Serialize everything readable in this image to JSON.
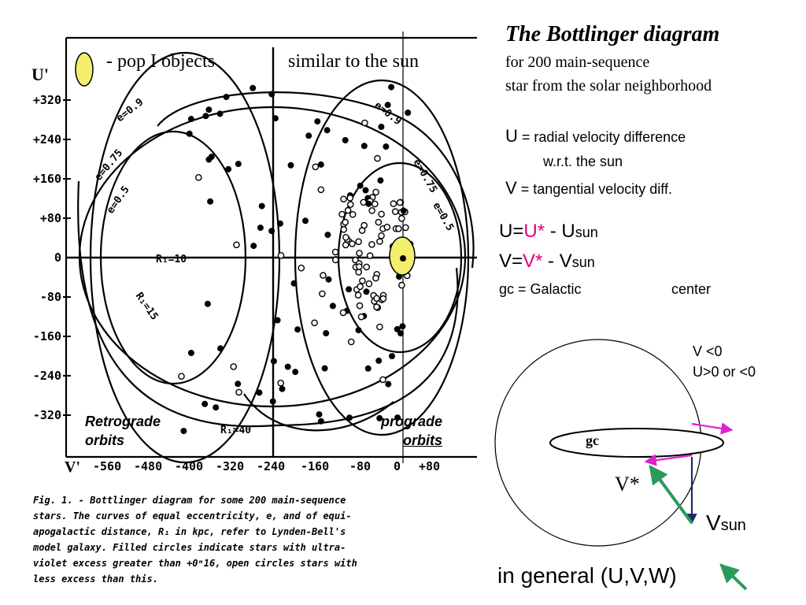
{
  "plot": {
    "y_axis_title": "U'",
    "x_axis_title": "V'",
    "y_ticks": [
      "+320",
      "+240",
      "+160",
      "+80",
      "0",
      "-80",
      "-160",
      "-240",
      "-320"
    ],
    "x_ticks": [
      "-560",
      "-480",
      "-400",
      "-320",
      "-240",
      "-160",
      "-80",
      "0",
      "+80"
    ],
    "contour_labels": {
      "e09_left": "e=0.9",
      "e075_left": "e=0.75",
      "e05_left": "e=0.5",
      "e09_right": "e=0.9",
      "e075_right": "e=0.75",
      "e05_right": "e=0.5",
      "r10": "R₁=10",
      "r15": "R₁=15",
      "r40": "R₁=40"
    },
    "pop_label": "- pop I objects",
    "sun_label": "similar to the sun",
    "retro_line1": "Retrograde",
    "retro_line2": "orbits",
    "pro_line1": "prograde",
    "pro_line2": "orbits"
  },
  "caption": {
    "line1": "Fig. 1. - Bottlinger diagram for some 200 main-sequence",
    "line2": "stars.  The curves of equal eccentricity, e, and of equi-",
    "line3": "apogalactic distance, R₁ in kpc, refer to Lynden-Bell's",
    "line4": "model galaxy.  Filled circles indicate stars with ultra-",
    "line5": "violet excess greater than +0ᵐ16, open circles stars with",
    "line6": "less excess than this."
  },
  "title": {
    "heading": "The Bottlinger diagram",
    "sub1": "for 200 main-sequence",
    "sub2": "star from the solar neighborhood"
  },
  "definitions": {
    "u_sym": "U",
    "u_text": " = radial velocity difference",
    "u_text2": "w.r.t. the sun",
    "v_sym": "V",
    "v_text": " = tangential velocity diff.",
    "eq1_a": "U=",
    "eq1_b": "U*",
    "eq1_c": " - U",
    "eq1_sub": "sun",
    "eq2_a": "V=",
    "eq2_b": "V*",
    "eq2_c": " - V",
    "eq2_sub": "sun",
    "gc_text": "gc = Galactic",
    "gc_text2": "center"
  },
  "sketch": {
    "cond1": "V <0",
    "cond2": "U>0 or <0",
    "gc_label": "gc",
    "vstar_label": "V*",
    "vsun_main": "V",
    "vsun_sub": "sun",
    "general": "in general (U,V,W)"
  },
  "colors": {
    "highlight_yellow": "#f3ee6b",
    "star_red": "#e0007a",
    "arrow_magenta": "#e020d0",
    "arrow_green": "#2a9a5a",
    "arrow_navy": "#1a2a6a"
  }
}
